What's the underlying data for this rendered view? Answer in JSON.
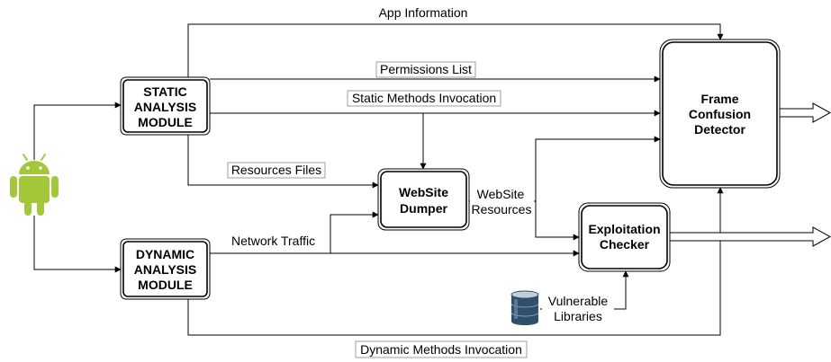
{
  "nodes": {
    "static": [
      "STATIC",
      "ANALYSIS",
      "MODULE"
    ],
    "dynamic": [
      "DYNAMIC",
      "ANALYSIS",
      "MODULE"
    ],
    "dumper": [
      "WebSite",
      "Dumper"
    ],
    "detector": [
      "Frame",
      "Confusion",
      "Detector"
    ],
    "checker": [
      "Exploitation",
      "Checker"
    ]
  },
  "edges": {
    "app_info": "App Information",
    "permissions": "Permissions List",
    "static_methods": "Static Methods Invocation",
    "resources_files": "Resources Files",
    "network_traffic": "Network Traffic",
    "website_resources": [
      "WebSite",
      "Resources"
    ],
    "vulnerable_libraries": [
      "Vulnerable",
      "Libraries"
    ],
    "dynamic_methods": "Dynamic Methods Invocation"
  },
  "icons": {
    "app": "android-robot-icon",
    "database": "database-icon"
  },
  "colors": {
    "android_green": "#a4c639",
    "stroke": "#000000"
  }
}
